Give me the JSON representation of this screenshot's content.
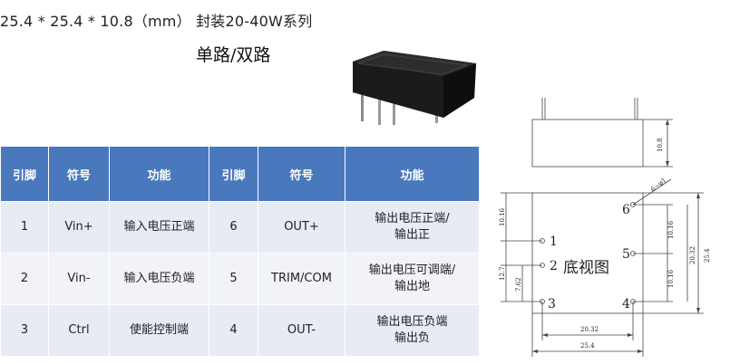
{
  "header": {
    "dimensions_line": "25.4 * 25.4 * 10.8（mm）  封装20-40W系列",
    "channel_type": "单路/双路"
  },
  "table": {
    "headers": [
      "引脚",
      "符号",
      "功能",
      "引脚",
      "符号",
      "功能"
    ],
    "rows": [
      {
        "pin_left": "1",
        "sym_left": "Vin+",
        "func_left": "输入电压正端",
        "pin_right": "6",
        "sym_right": "OUT+",
        "func_right_1": "输出电压正端/",
        "func_right_2": "输出正"
      },
      {
        "pin_left": "2",
        "sym_left": "Vin-",
        "func_left": "输入电压负端",
        "pin_right": "5",
        "sym_right": "TRIM/COM",
        "func_right_1": "输出电压可调端/",
        "func_right_2": "输出地"
      },
      {
        "pin_left": "3",
        "sym_left": "Ctrl",
        "func_left": "使能控制端",
        "pin_right": "4",
        "sym_right": "OUT-",
        "func_right_1": "输出电压负端",
        "func_right_2": "输出负"
      }
    ]
  },
  "drawing": {
    "bottom_view_label": "底视图",
    "pin_labels": [
      "1",
      "2",
      "3",
      "4",
      "5",
      "6"
    ],
    "dim_height": "10.8",
    "dim_pin_dia": "6~φ1",
    "dim_side": "25.4",
    "dim_pin_span": "20.32",
    "dim_left_top": "10.16",
    "dim_left_mid": "12.7",
    "dim_left_low": "7.62",
    "dim_right_upper": "10.16",
    "dim_right_lower": "10.16",
    "dim_bottom_span": "20.32",
    "dim_bottom_total": "25.4"
  }
}
